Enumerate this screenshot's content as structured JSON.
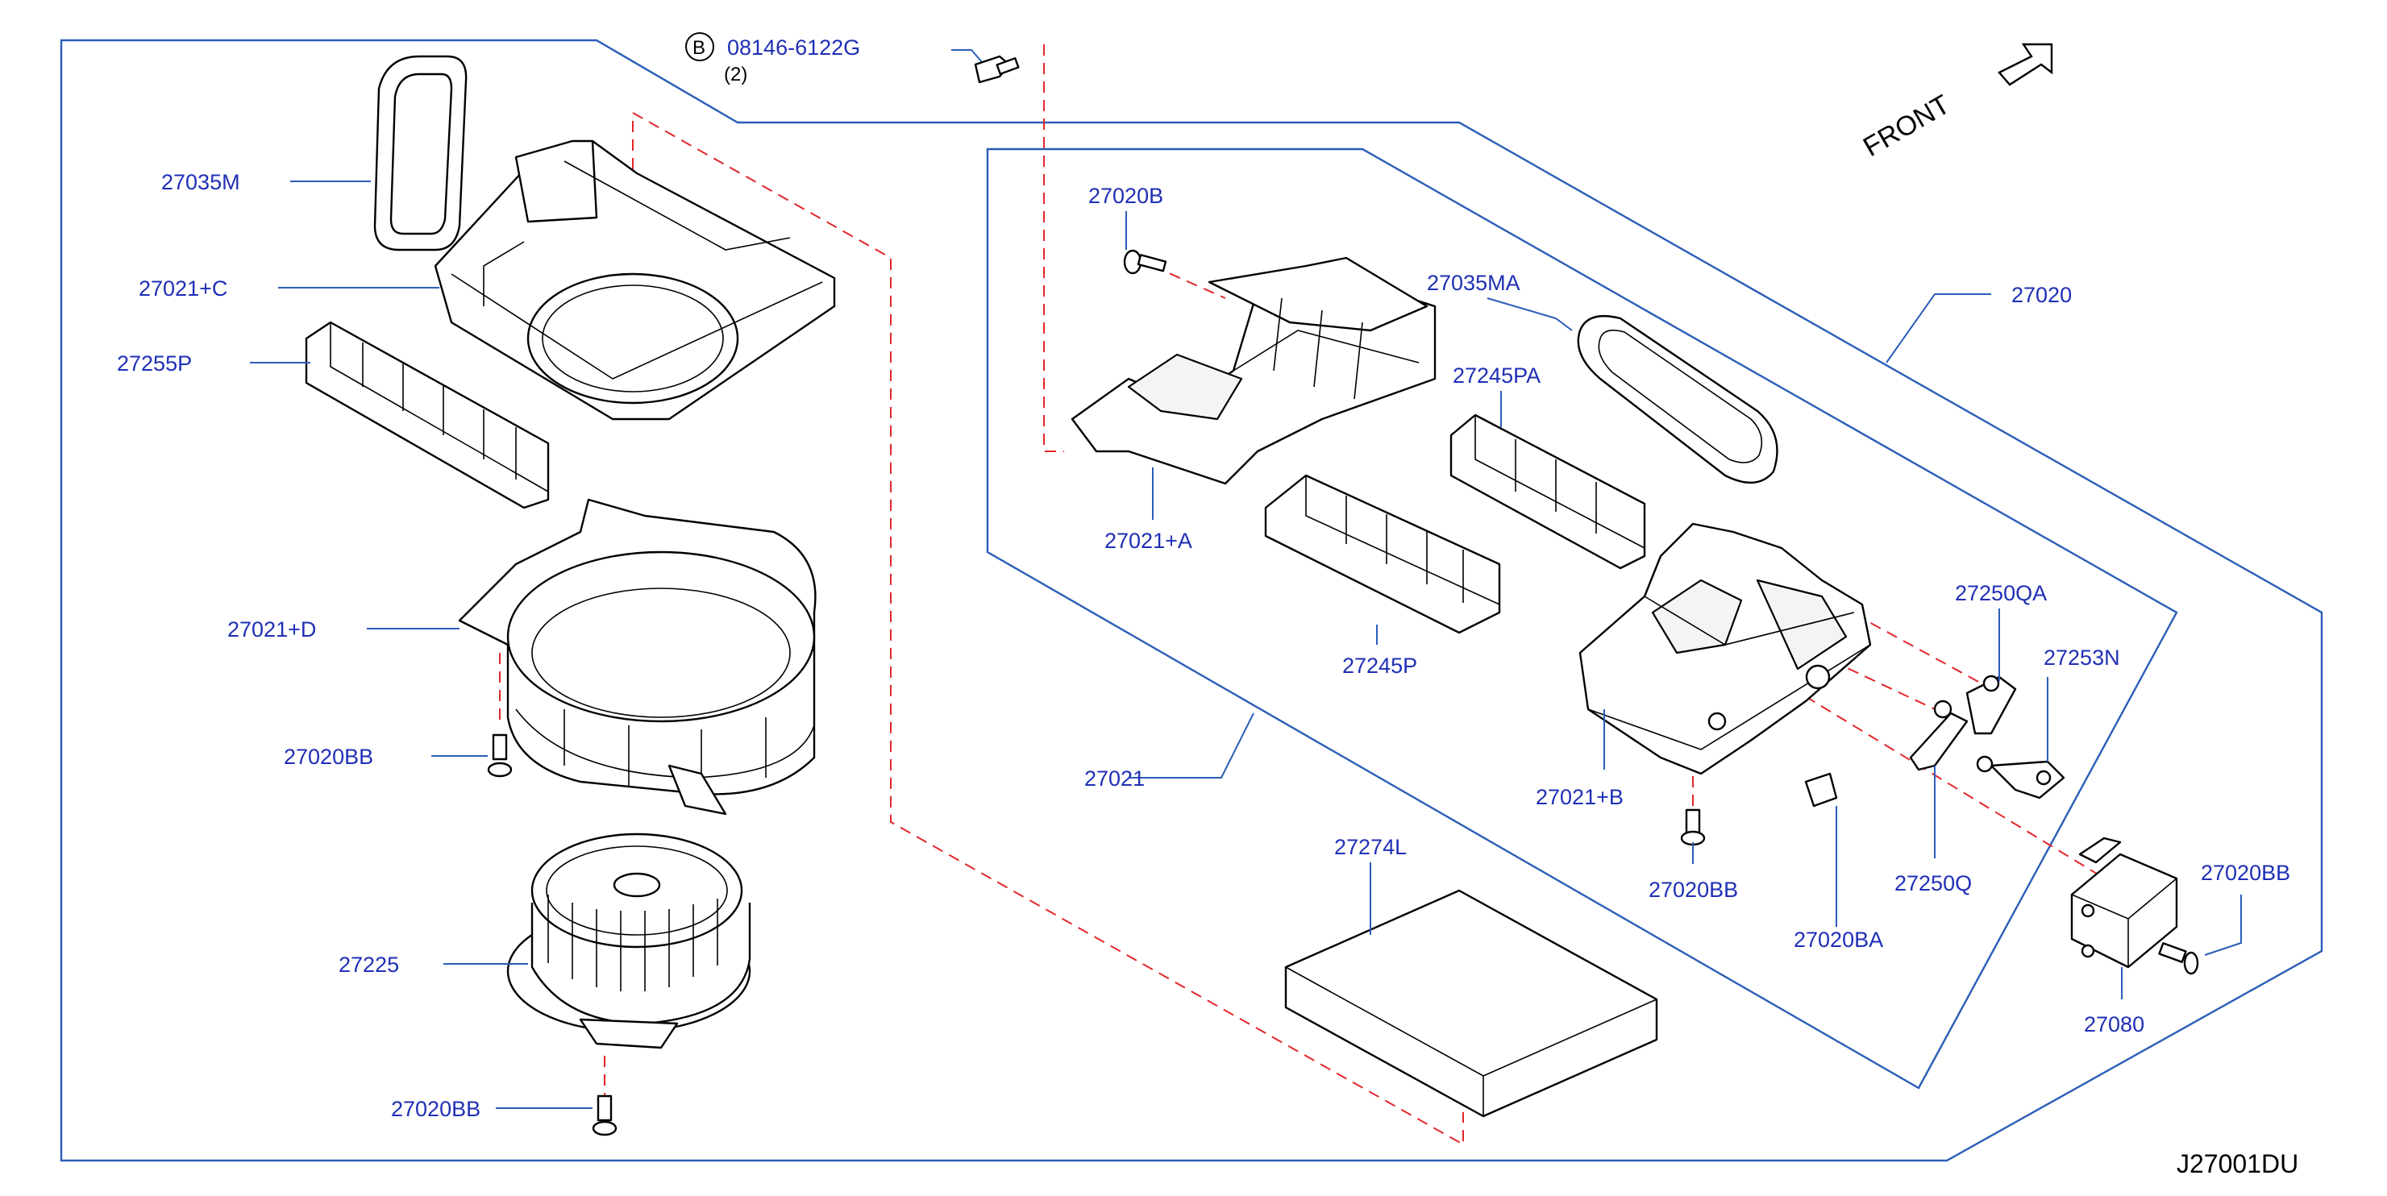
{
  "diagram_code": "J27001DU",
  "front_label": "FRONT",
  "bolt_callout": {
    "badge": "B",
    "part_number": "08146-6122G",
    "quantity": "(2)"
  },
  "labels": {
    "p27035M": "27035M",
    "p27021C": "27021+C",
    "p27255P": "27255P",
    "p27021D": "27021+D",
    "p27020BB_left": "27020BB",
    "p27225": "27225",
    "p27020BB_bottom": "27020BB",
    "p27020B": "27020B",
    "p27021A": "27021+A",
    "p27035MA": "27035MA",
    "p27245PA": "27245PA",
    "p27245P": "27245P",
    "p27020": "27020",
    "p27021": "27021",
    "p27274L": "27274L",
    "p27021B": "27021+B",
    "p27020BB_mid": "27020BB",
    "p27250QA": "27250QA",
    "p27253N": "27253N",
    "p27250Q": "27250Q",
    "p27020BA": "27020BA",
    "p27020BB_right": "27020BB",
    "p27080": "27080"
  }
}
